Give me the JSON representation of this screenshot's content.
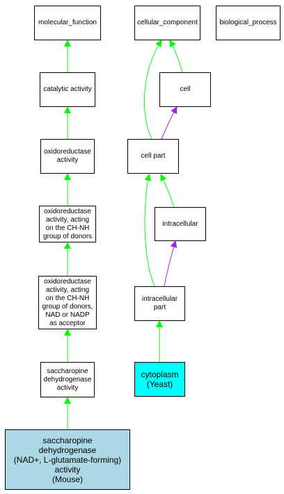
{
  "colors": {
    "is_a_edge": "#00ff00",
    "part_of_edge": "#a020f0",
    "highlight_cyan": "#00ffff",
    "highlight_blue": "#add8e6",
    "node_border": "#000000"
  },
  "nodes": {
    "molecular_function": "molecular_function",
    "cellular_component": "cellular_component",
    "biological_process": "biological_process",
    "catalytic_activity": "catalytic activity",
    "cell": "cell",
    "oxidoreductase_activity": "oxidoreductase\nactivity",
    "cell_part": "cell part",
    "oxidoreductase_ch_nh": "oxidoreductase\nactivity, acting\non the CH-NH\ngroup of donors",
    "intracellular": "intracellular",
    "oxidoreductase_nad": "oxidoreductase\nactivity, acting\non the CH-NH\ngroup of donors,\nNAD or NADP\nas acceptor",
    "intracellular_part": "intracellular\npart",
    "saccharopine_dh": "saccharopine\ndehydrogenase\nactivity",
    "cytoplasm": "cytoplasm\n(Yeast)",
    "saccharopine_mouse": "saccharopine\ndehydrogenase\n(NAD+, L-glutamate-forming)\nactivity\n(Mouse)"
  }
}
